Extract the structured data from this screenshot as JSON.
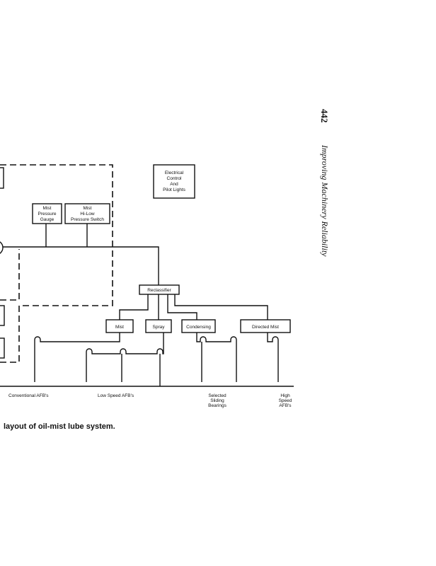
{
  "header": {
    "page_number": "442",
    "running_title": "Improving Machinery Reliability"
  },
  "diagram": {
    "electrical_box": [
      "Electrical",
      "Control",
      "And",
      "Pilot Lights"
    ],
    "gauge_box": [
      "Mist",
      "Pressure",
      "Gauge"
    ],
    "switch_box": [
      "Mist",
      "Hi-Low",
      "Pressure Switch"
    ],
    "reclassifier": "Reclassifier",
    "outlets": [
      "Mist",
      "Spray",
      "Condensing",
      "Directed Mist"
    ],
    "bearing_labels": {
      "conventional": "Conventional AFB's",
      "low_speed": "Low Speed AFB's",
      "sliding": [
        "Selected",
        "Sliding",
        "Bearings"
      ],
      "high_speed": [
        "High",
        "Speed",
        "AFB's"
      ]
    }
  },
  "caption": "layout of oil-mist lube system."
}
